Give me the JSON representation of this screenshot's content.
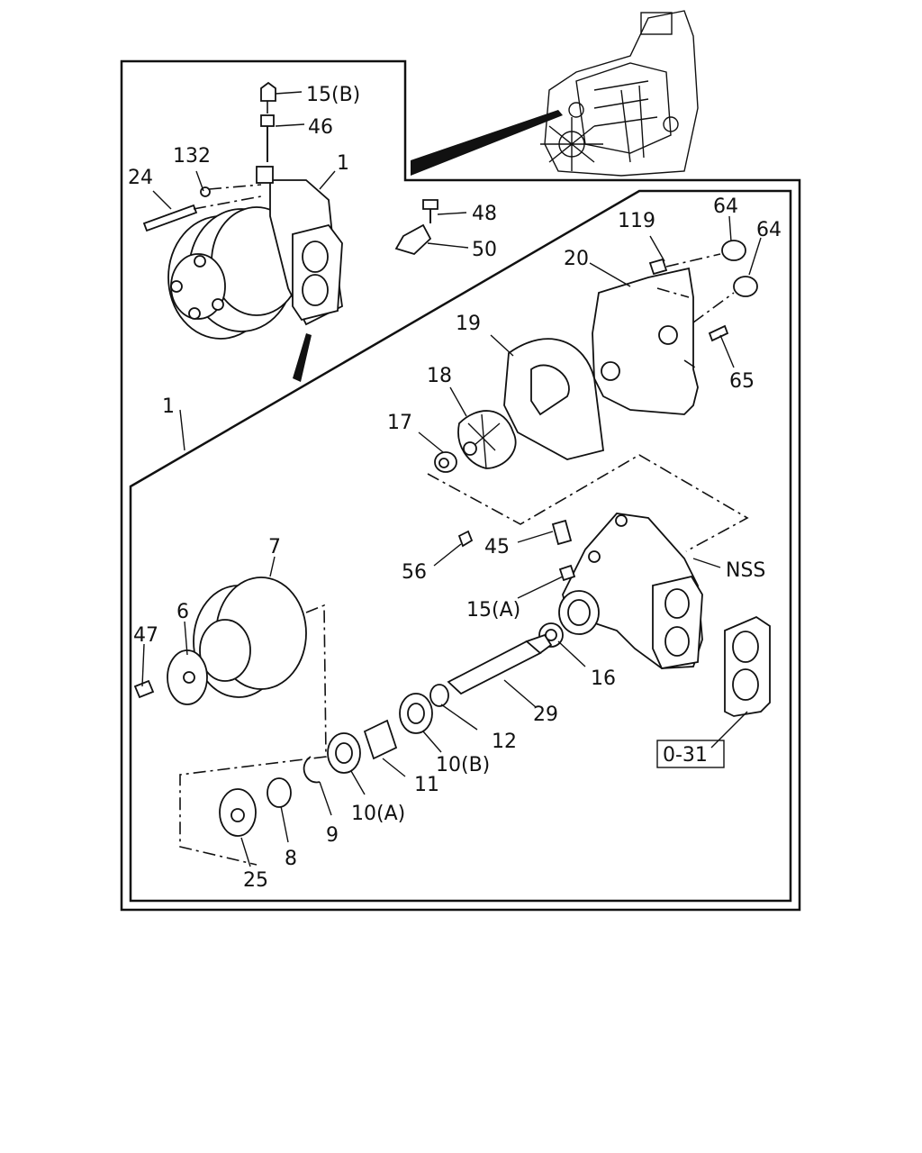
{
  "callouts": {
    "c15b": "15(B)",
    "c46": "46",
    "c132": "132",
    "c24": "24",
    "c1_top": "1",
    "c48": "48",
    "c50": "50",
    "c119": "119",
    "c64a": "64",
    "c64b": "64",
    "c20": "20",
    "c19": "19",
    "c18": "18",
    "c17": "17",
    "c65": "65",
    "c1_mid": "1",
    "c7": "7",
    "c6": "6",
    "c47": "47",
    "c56": "56",
    "c45": "45",
    "cNSS": "NSS",
    "c15a": "15(A)",
    "c16": "16",
    "c29": "29",
    "c12": "12",
    "c10b": "10(B)",
    "c11": "11",
    "c10a": "10(A)",
    "c9": "9",
    "c8": "8",
    "c25": "25",
    "ref": "0-31"
  }
}
